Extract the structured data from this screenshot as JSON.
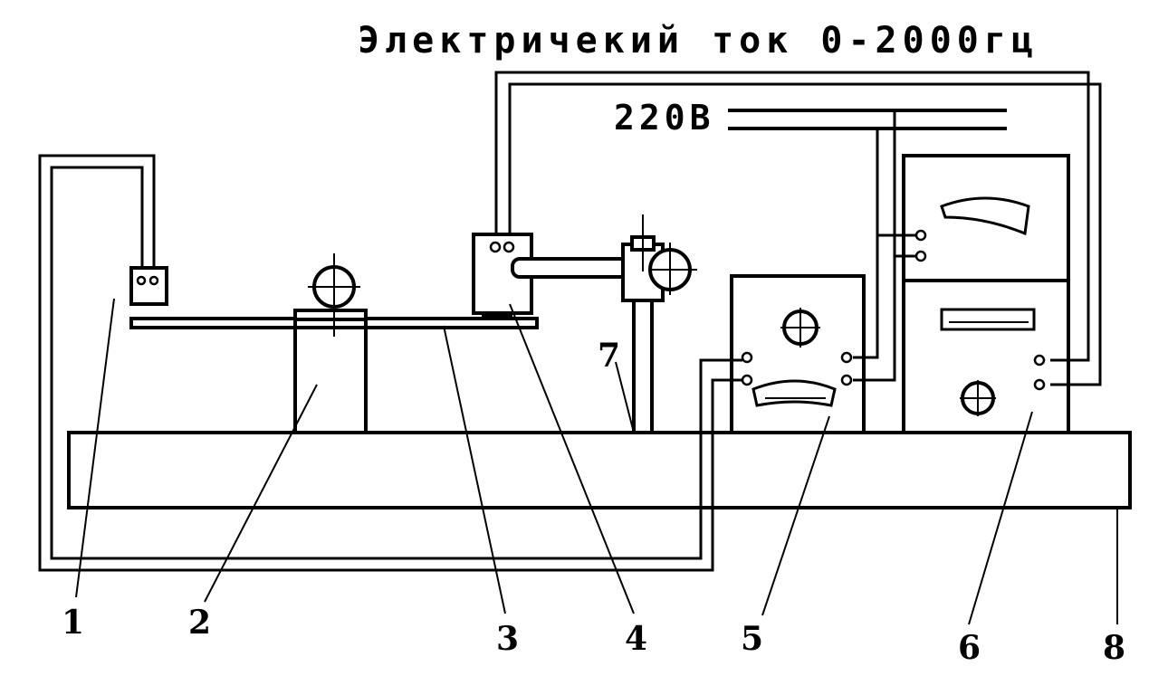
{
  "title": "Электричекий ток 0-2000гц",
  "voltage_label": "220В",
  "part_labels": {
    "p1": "1",
    "p2": "2",
    "p3": "3",
    "p4": "4",
    "p5": "5",
    "p6": "6",
    "p7": "7",
    "p8": "8"
  }
}
